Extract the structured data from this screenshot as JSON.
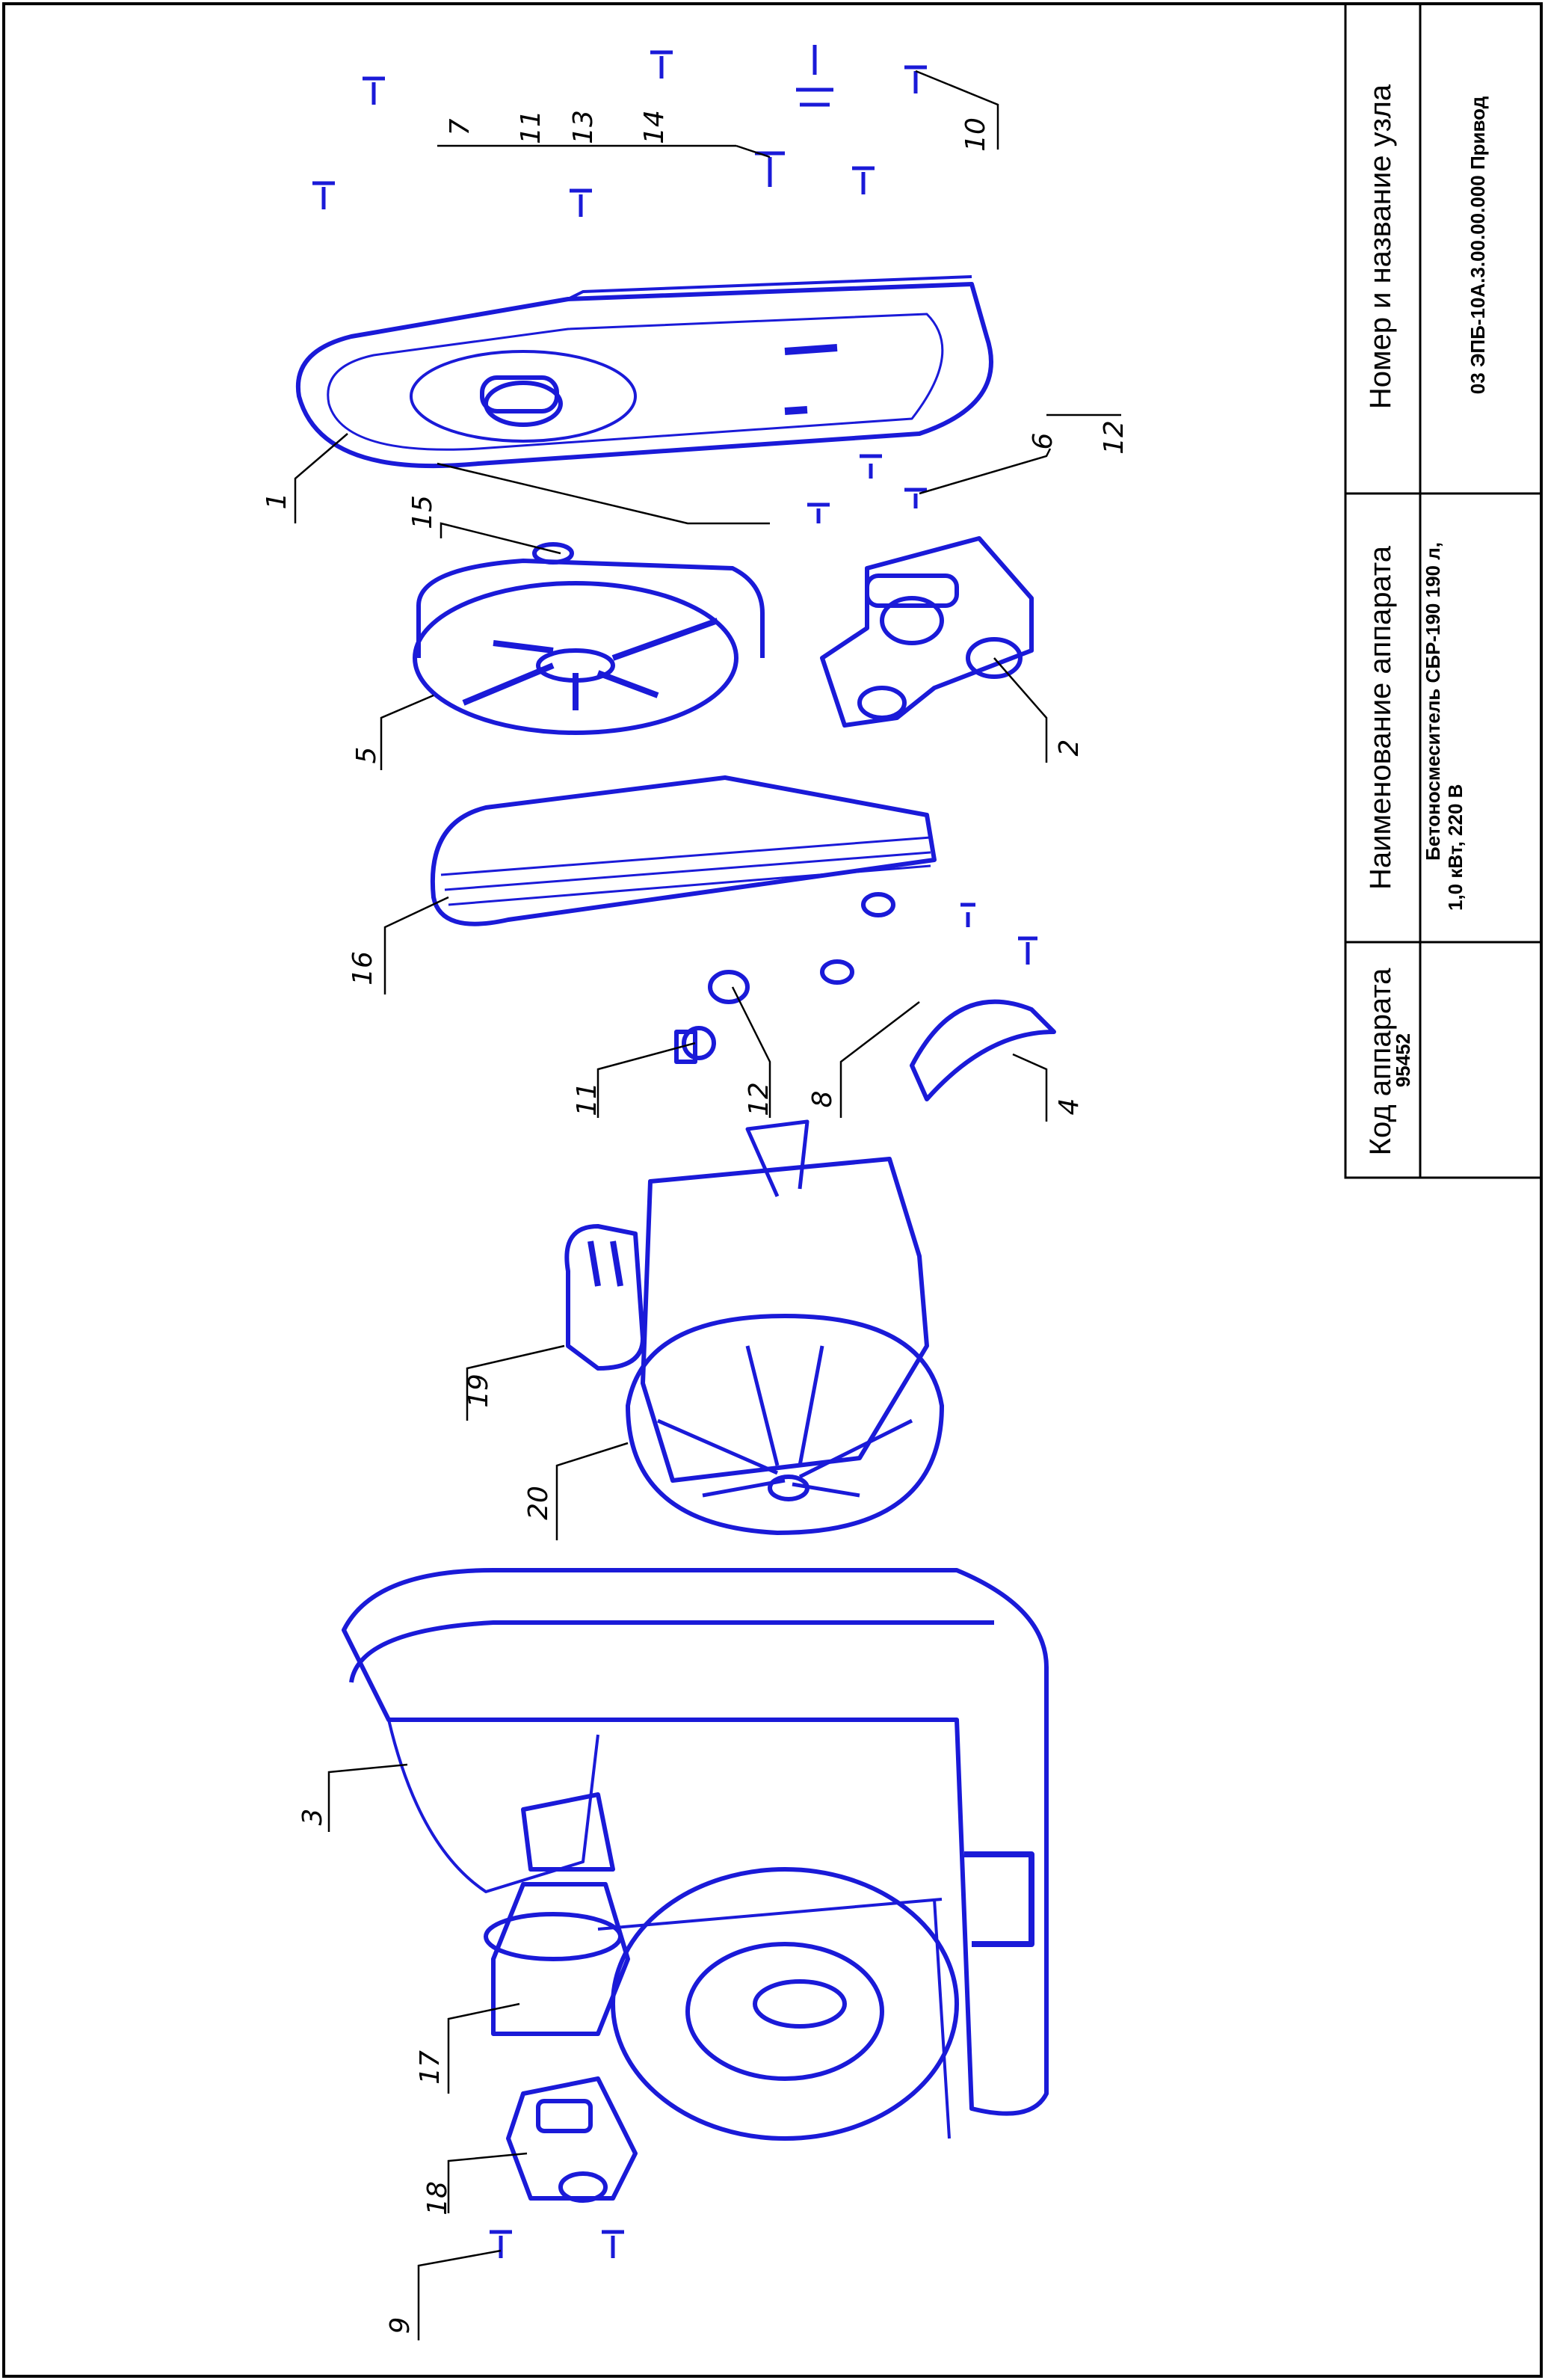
{
  "title_block": {
    "code_header": "Код аппарата",
    "code_value": "95452",
    "name_header": "Наименование аппарата",
    "name_value_line1": "Бетоносмеситель СБР-190 190 л,",
    "name_value_line2": "1,0 кВт, 220 В",
    "unit_header": "Номер и название узла",
    "unit_value": "03 ЭПБ-10А.3.00.00.000 Привод"
  },
  "callouts": [
    "1",
    "2",
    "3",
    "4",
    "5",
    "6",
    "7",
    "8",
    "9",
    "10",
    "11",
    "12",
    "13",
    "14",
    "15",
    "16",
    "17",
    "18",
    "19",
    "20"
  ],
  "colors": {
    "part_stroke": "#1a1ad8",
    "frame": "#000000"
  }
}
